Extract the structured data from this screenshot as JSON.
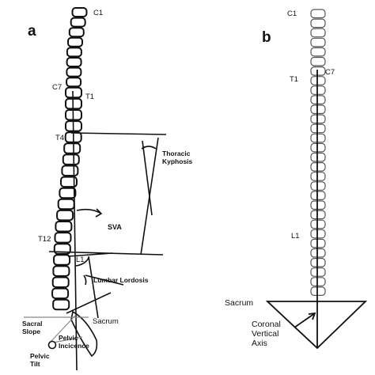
{
  "panel_a": {
    "label": "a",
    "levels": {
      "c1": "C1",
      "c7": "C7",
      "t1": "T1",
      "t4": "T4",
      "t12": "T12",
      "l1": "L1"
    },
    "annotations": {
      "thoracic_kyphosis": "Thoracic\nKyphosis",
      "sva": "SVA",
      "lumbar_lordosis": "Lumbar Lordosis",
      "sacrum": "Sacrum",
      "sacral_slope": "Sacral\nSlope",
      "pelvic_incidence": "Pelvic\nIncicence",
      "pelvic_tilt": "Pelvic\nTilt"
    }
  },
  "panel_b": {
    "label": "b",
    "levels": {
      "c1": "C1",
      "c7": "C7",
      "t1": "T1",
      "l1": "L1"
    },
    "annotations": {
      "sacrum": "Sacrum",
      "coronal_vertical_axis": "Coronal\nVertical\nAxis"
    }
  }
}
